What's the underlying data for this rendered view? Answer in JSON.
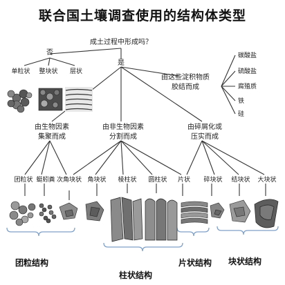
{
  "title": "联合国土壤调查使用的结构体类型",
  "question": "成土过程中形成吗？",
  "no": "否",
  "yes": "是",
  "no_types": [
    "单粒状",
    "整块状",
    "层状"
  ],
  "cementation": {
    "label_line1": "由这些淀积物质",
    "label_line2": "胶结而成",
    "items": [
      "碳酸盐",
      "硫酸盐",
      "腐殖质",
      "铁",
      "硅"
    ]
  },
  "groups": [
    {
      "line1": "由生物因素",
      "line2": "集聚而成"
    },
    {
      "line1": "由非生物因素",
      "line2": "分割而成"
    },
    {
      "line1": "由碎屑化或",
      "line2": "压实而成"
    }
  ],
  "leaf_types": [
    "团粒状",
    "蜓蚓粪",
    "次角块状",
    "角块状",
    "棱柱状",
    "圆柱状",
    "片状",
    "碎块状",
    "结块状",
    "大块状"
  ],
  "structures": [
    "团粒结构",
    "柱状结构",
    "片状结构",
    "块状结构"
  ]
}
